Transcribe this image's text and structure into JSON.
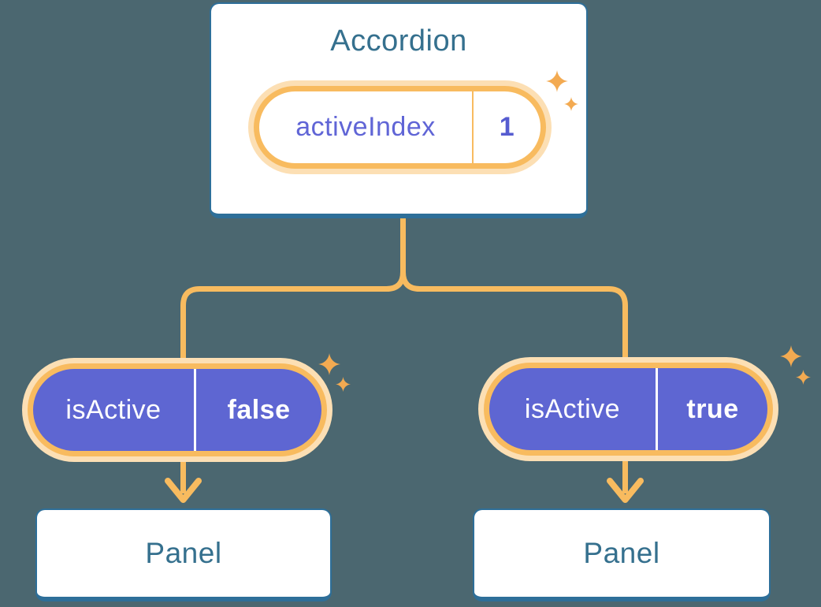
{
  "diagram": {
    "description": "React state diagram: Accordion component holding activeIndex state, passing isActive props to two Panel children",
    "colors": {
      "background": "#4b6770",
      "connector_orange": "#f8bb5f",
      "pill_halo_orange": "#fcdfb4",
      "pill_purple": "#5e66d2",
      "card_border_blue": "#2e6f99",
      "heading_blue": "#35708e",
      "state_text_indigo": "#6065d6",
      "sparkle_orange": "#f3aa51"
    },
    "root": {
      "title": "Accordion",
      "state": {
        "name": "activeIndex",
        "value": "1"
      }
    },
    "children": [
      {
        "prop": {
          "name": "isActive",
          "value": "false"
        },
        "box_label": "Panel"
      },
      {
        "prop": {
          "name": "isActive",
          "value": "true"
        },
        "box_label": "Panel"
      }
    ]
  }
}
